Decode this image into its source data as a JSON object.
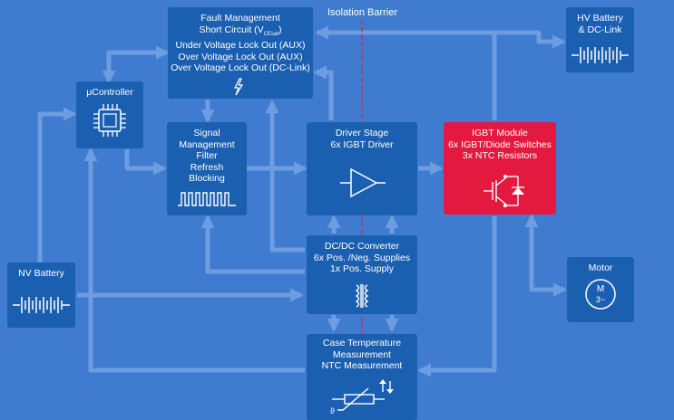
{
  "isolation_barrier": "Isolation Barrier",
  "blocks": {
    "fault": {
      "title": "Fault Management",
      "line2_pre": "Short Circuit (V",
      "line2_sub": "CEsat",
      "line2_post": ")",
      "line3": "Under Voltage Lock Out (AUX)",
      "line4": "Over Voltage Lock Out (AUX)",
      "line5": "Over Voltage Lock Out (DC-Link)"
    },
    "hv_battery": {
      "line1": "HV Battery",
      "line2": "& DC-Link"
    },
    "controller": {
      "title": "μController"
    },
    "signal": {
      "lines": [
        "Signal",
        "Management",
        "Filter",
        "Refresh",
        "Blocking"
      ]
    },
    "driver": {
      "line1": "Driver Stage",
      "line2": "6x IGBT Driver"
    },
    "igbt": {
      "line1": "IGBT Module",
      "line2": "6x IGBT/Diode Switches",
      "line3": "3x NTC Resistors"
    },
    "nv_battery": {
      "title": "NV Battery"
    },
    "dcdc": {
      "line1": "DC/DC Converter",
      "line2": "6x Pos. /Neg. Supplies",
      "line3": "1x Pos. Supply"
    },
    "motor": {
      "title": "Motor",
      "symbol_top": "M",
      "symbol_bottom": "3~"
    },
    "case_temp": {
      "line1": "Case Temperature",
      "line2": "Measurement",
      "line3": "NTC Measurement",
      "theta": "ϑ"
    }
  },
  "colors": {
    "background": "#3f7ccf",
    "block": "#1b5fb0",
    "igbt_block": "#e4193f",
    "wire": "#6d9ce0",
    "barrier": "#e8243c"
  }
}
